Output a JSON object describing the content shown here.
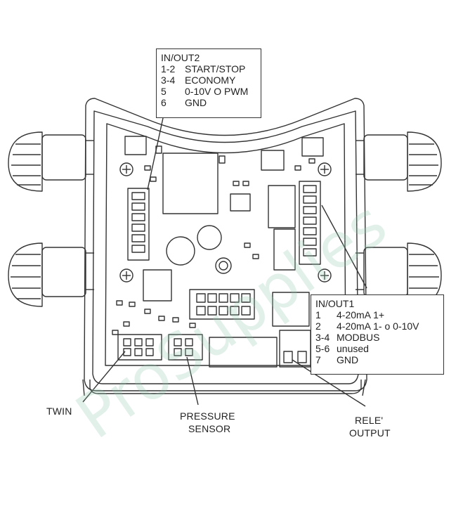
{
  "io2": {
    "title": "IN/OUT2",
    "rows": [
      {
        "pin": "1-2",
        "desc": "START/STOP"
      },
      {
        "pin": "3-4",
        "desc": "ECONOMY"
      },
      {
        "pin": "5",
        "desc": "0-10V O PWM"
      },
      {
        "pin": "6",
        "desc": "GND"
      }
    ]
  },
  "io1": {
    "title": "IN/OUT1",
    "rows": [
      {
        "pin": "1",
        "desc": "4-20mA 1+"
      },
      {
        "pin": "2",
        "desc": "4-20mA 1- o 0-10V"
      },
      {
        "pin": "3-4",
        "desc": "MODBUS"
      },
      {
        "pin": "5-6",
        "desc": "unused"
      },
      {
        "pin": "7",
        "desc": "GND"
      }
    ]
  },
  "labels": {
    "twin": "TWIN",
    "pressure_sensor_line1": "PRESSURE",
    "pressure_sensor_line2": "SENSOR",
    "rele_line1": "RELE'",
    "rele_line2": "OUTPUT"
  },
  "watermark": "ProSupplies",
  "colors": {
    "line": "#333333",
    "watermark": "#96c8b4"
  }
}
